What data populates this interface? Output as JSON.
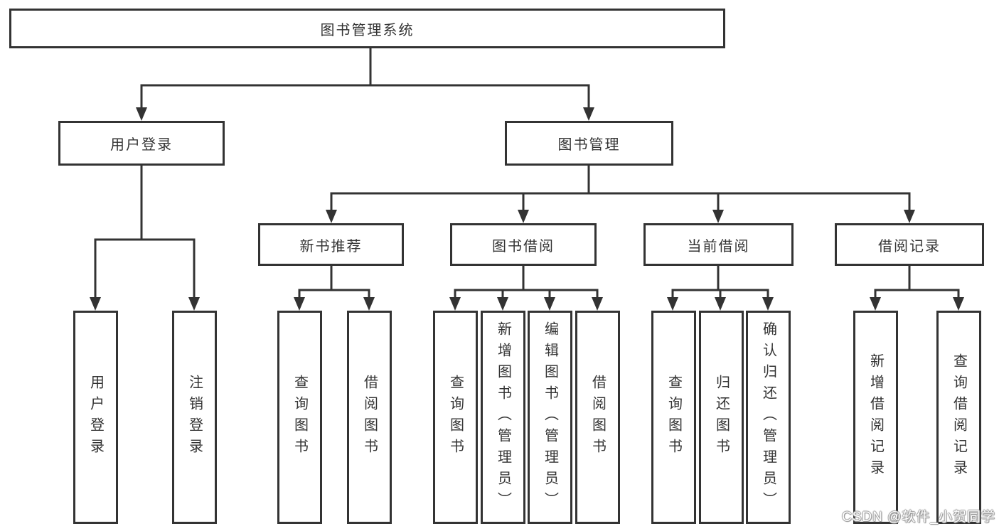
{
  "tree": {
    "root": "图书管理系统",
    "branches": [
      {
        "label": "用户登录",
        "children": [
          "用户登录",
          "注销登录"
        ]
      },
      {
        "label": "图书管理",
        "groups": [
          {
            "label": "新书推荐",
            "children": [
              "查询图书",
              "借阅图书"
            ]
          },
          {
            "label": "图书借阅",
            "children": [
              "查询图书",
              "新增图书（管理员）",
              "编辑图书（管理员）",
              "借阅图书"
            ]
          },
          {
            "label": "当前借阅",
            "children": [
              "查询图书",
              "归还图书",
              "确认归还（管理员）"
            ]
          },
          {
            "label": "借阅记录",
            "children": [
              "新增借阅记录",
              "查询借阅记录"
            ]
          }
        ]
      }
    ]
  },
  "watermark": "CSDN @软件_小贺同学",
  "colors": {
    "stroke": "#333333",
    "text": "#333333",
    "background": "#ffffff",
    "watermark_shadow": "#9a9a9a"
  }
}
